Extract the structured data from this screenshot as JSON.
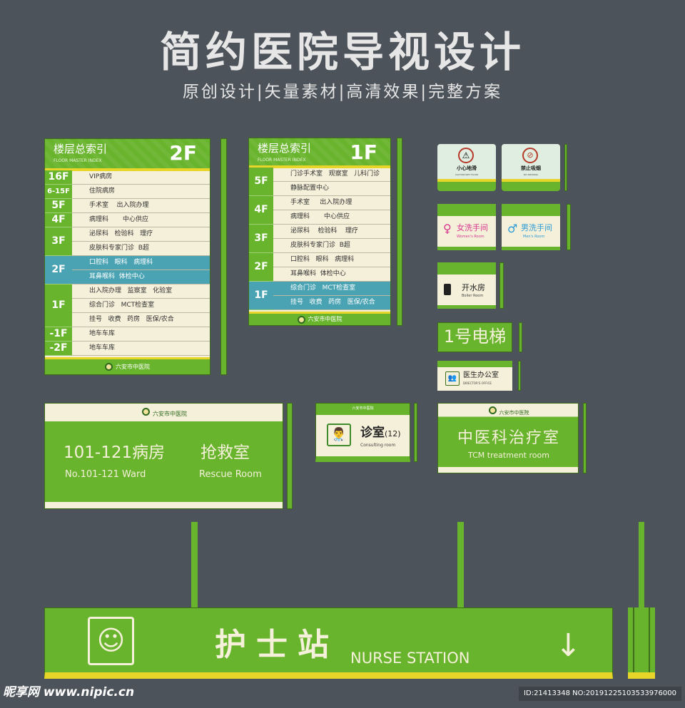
{
  "header": {
    "title": "简约医院导视设计",
    "subtitle": "原创设计|矢量素材|高清效果|完整方案"
  },
  "colors": {
    "green": "#68b42c",
    "cream": "#f5f0da",
    "teal": "#4aa3b3",
    "yellow": "#e7d52a",
    "background": "#4d535a"
  },
  "hospital_name": "六安市中医院",
  "directory_2f": {
    "title": "楼层总索引",
    "subtitle": "FLOOR MASTER INDEX",
    "floor": "2F",
    "current": "2F",
    "floors": [
      {
        "floor": "16F",
        "rows": [
          "VIP病房"
        ]
      },
      {
        "floor": "6-15F",
        "rows": [
          "住院病房"
        ]
      },
      {
        "floor": "5F",
        "rows": [
          "手术室    出入院办理"
        ]
      },
      {
        "floor": "4F",
        "rows": [
          "病理科       中心供应"
        ]
      },
      {
        "floor": "3F",
        "rows": [
          "泌尿科   检验科   理疗",
          "皮肤科专家门诊  B超"
        ]
      },
      {
        "floor": "2F",
        "rows": [
          "口腔科   眼科   病理科",
          "耳鼻喉科  体检中心"
        ]
      },
      {
        "floor": "1F",
        "rows": [
          "出入院办理   监察室   化验室",
          "综合门诊   MCT检查室",
          "挂号   收费   药房   医保/农合"
        ]
      },
      {
        "floor": "-1F",
        "rows": [
          "地车车库"
        ]
      },
      {
        "floor": "-2F",
        "rows": [
          "地车车库"
        ]
      }
    ]
  },
  "directory_1f": {
    "title": "楼层总索引",
    "subtitle": "FLOOR MASTER INDEX",
    "floor": "1F",
    "current": "1F",
    "floors": [
      {
        "floor": "5F",
        "rows": [
          "门诊手术室   观察室   儿科门诊",
          "静脉配置中心"
        ]
      },
      {
        "floor": "4F",
        "rows": [
          "手术室     出入院办理",
          "病理科       中心供应"
        ]
      },
      {
        "floor": "3F",
        "rows": [
          "泌尿科    检验科    理疗",
          "皮肤科专家门诊  B超"
        ]
      },
      {
        "floor": "2F",
        "rows": [
          "口腔科   眼科   病理科",
          "耳鼻喉科  体检中心"
        ]
      },
      {
        "floor": "1F",
        "rows": [
          "综合门诊   MCT检查室",
          "挂号   收费   药房   医保/农合"
        ]
      }
    ]
  },
  "signs": {
    "caution": {
      "zh": "小心地滑",
      "en": "CAUTION WET FLOOR"
    },
    "no_smoking": {
      "zh": "禁止吸烟",
      "en": "NO SMOKING"
    },
    "women": {
      "zh": "女洗手间",
      "en": "Women's Room",
      "color": "#d8358d"
    },
    "men": {
      "zh": "男洗手间",
      "en": "Men's Room",
      "color": "#2c9ad6"
    },
    "boiler": {
      "zh": "开水房",
      "en": "Boiler Room"
    },
    "elevator": {
      "zh": "1号电梯"
    },
    "office": {
      "zh": "医生办公室",
      "en": "DIRECTOR'S OFFICE"
    },
    "ward": {
      "zh1": "101-121病房",
      "en1": "No.101-121 Ward",
      "zh2": "抢救室",
      "en2": "Rescue Room"
    },
    "consulting": {
      "zh": "诊室",
      "num": "(12)",
      "en": "Consulting room"
    },
    "tcm": {
      "zh": "中医科治疗室",
      "en": "TCM treatment room"
    },
    "nurse": {
      "zh": "护士站",
      "en": "NURSE STATION",
      "arrow": "↓"
    }
  },
  "watermark": {
    "site": "昵享网 www.nipic.cn",
    "id": "ID:21413348 NO:20191225103533976000"
  }
}
